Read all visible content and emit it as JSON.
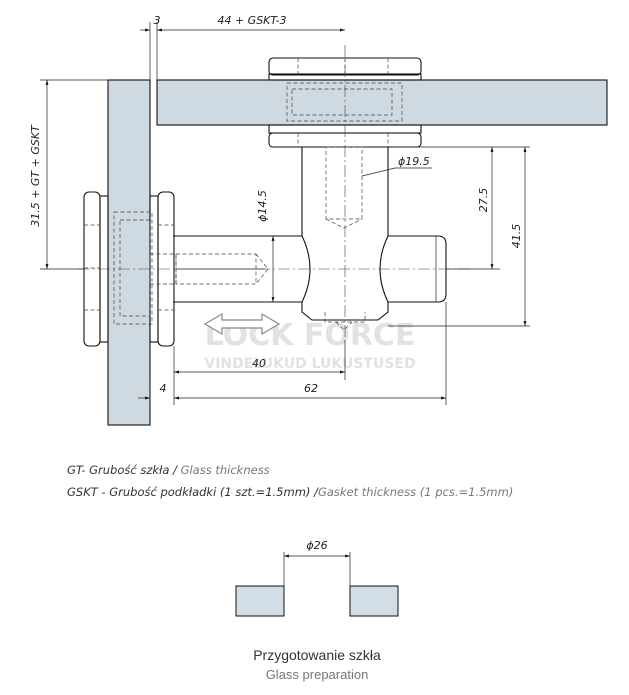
{
  "dimensions": {
    "top_gap": "3",
    "top_length": "44 + GSKT-3",
    "height_left": "31.5 + GT + GSKT",
    "dia_19_5": "ϕ19.5",
    "dia_14_5": "ϕ14.5",
    "h_27_5": "27.5",
    "h_41_5": "41.5",
    "len_40": "40",
    "gap_4": "4",
    "len_62": "62",
    "hole_dia": "ϕ26"
  },
  "watermark": {
    "brand": "LOCK FORCE",
    "tagline": "VINDELUKUD LUKUSTUSED"
  },
  "notes": {
    "gt_pl": "GT- Grubość szkła / ",
    "gt_en": "Glass thickness",
    "gskt_pl": "GSKT - Grubość podkładki (1 szt.=1.5mm) /",
    "gskt_en": "Gasket thickness (1 pcs.=1.5mm)"
  },
  "caption": {
    "pl": "Przygotowanie szkła",
    "en": "Glass preparation"
  }
}
